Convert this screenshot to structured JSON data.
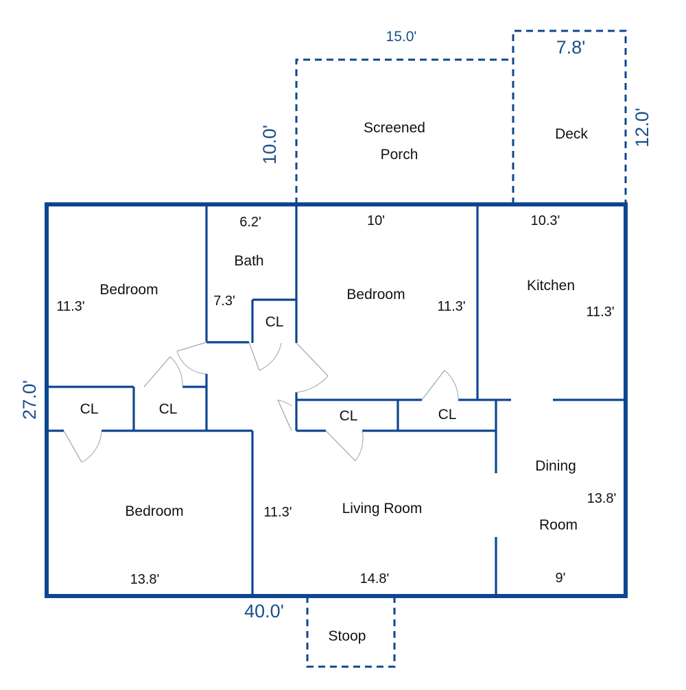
{
  "colors": {
    "wall": "#0d4690",
    "outer_dimension": "#1a4f8c",
    "label_text": "#111111",
    "door": "#9aa4b0",
    "background": "#ffffff"
  },
  "rooms": {
    "bedroom_nw": "Bedroom",
    "bath": "Bath",
    "closet_bath": "CL",
    "bedroom_center": "Bedroom",
    "kitchen": "Kitchen",
    "closet_west_1": "CL",
    "closet_west_2": "CL",
    "closet_center_1": "CL",
    "closet_center_2": "CL",
    "bedroom_sw": "Bedroom",
    "living_room": "Living Room",
    "dining_line1": "Dining",
    "dining_line2": "Room",
    "porch_line1": "Screened",
    "porch_line2": "Porch",
    "deck": "Deck",
    "stoop": "Stoop"
  },
  "dimensions": {
    "overall_width": "40.0'",
    "overall_depth": "27.0'",
    "porch_width": "15.0'",
    "porch_depth": "10.0'",
    "deck_width": "7.8'",
    "deck_depth": "12.0'",
    "bedroom_nw_depth": "11.3'",
    "bath_width": "6.2'",
    "bath_depth": "7.3'",
    "bedroom_center_width": "10'",
    "bedroom_center_depth": "11.3'",
    "kitchen_width": "10.3'",
    "kitchen_depth": "11.3'",
    "bedroom_sw_width": "13.8'",
    "living_room_depth": "11.3'",
    "living_room_width": "14.8'",
    "dining_depth": "13.8'",
    "dining_width": "9'"
  }
}
